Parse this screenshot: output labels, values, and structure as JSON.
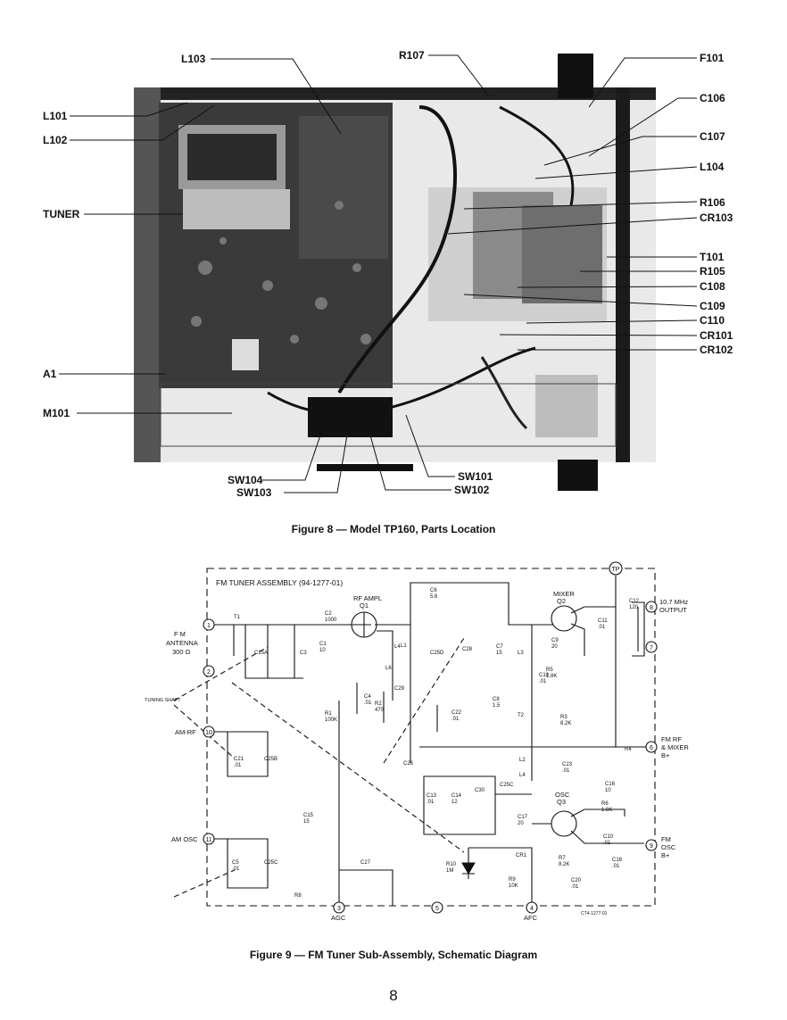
{
  "figure8": {
    "caption": "Figure 8 — Model TP160, Parts Location",
    "left_labels": [
      "L103",
      "L101",
      "L102",
      "TUNER",
      "A1",
      "M101"
    ],
    "top_label": "R107",
    "right_labels": [
      "F101",
      "C106",
      "C107",
      "L104",
      "R106",
      "CR103",
      "T101",
      "R105",
      "C108",
      "C109",
      "C110",
      "CR101",
      "CR102"
    ],
    "bottom_labels": [
      "SW104",
      "SW103",
      "SW101",
      "SW102"
    ]
  },
  "figure9": {
    "caption": "Figure 9 — FM Tuner Sub-Assembly, Schematic Diagram",
    "assembly_title": "FM TUNER ASSEMBLY (94-1277-01)",
    "tuning_shaft": "TUNING SHAFT",
    "antenna": [
      "F M",
      "ANTENNA",
      "300 Ω"
    ],
    "am_rf": "AM-RF",
    "am_osc": "AM OSC",
    "agc": "AGC",
    "afc": "AFC",
    "fm_rf": [
      "FM RF",
      "& MIXER",
      "B+"
    ],
    "fm_osc": [
      "FM",
      "OSC",
      "B+"
    ],
    "output": [
      "10.7 MHz",
      "OUTPUT"
    ],
    "terminals": [
      "1",
      "2",
      "10",
      "11",
      "3",
      "5",
      "4",
      "6",
      "8",
      "7",
      "9",
      "TP"
    ],
    "part_no": "CT4-1277-01",
    "transistors": {
      "q1": [
        "RF AMPL",
        "Q1"
      ],
      "q2": [
        "MIXER",
        "Q2"
      ],
      "q3": [
        "OSC",
        "Q3"
      ]
    },
    "components": [
      {
        "ref": "T1",
        "value": ""
      },
      {
        "ref": "C25A",
        "value": ""
      },
      {
        "ref": "C3",
        "value": ""
      },
      {
        "ref": "C2",
        "value": "1000"
      },
      {
        "ref": "C1",
        "value": "10"
      },
      {
        "ref": "C6",
        "value": "5.6"
      },
      {
        "ref": "L1",
        "value": ""
      },
      {
        "ref": "C25D",
        "value": ""
      },
      {
        "ref": "C28",
        "value": ""
      },
      {
        "ref": "C7",
        "value": "15"
      },
      {
        "ref": "L6",
        "value": ""
      },
      {
        "ref": "L4",
        "value": ""
      },
      {
        "ref": "C4",
        "value": ".01"
      },
      {
        "ref": "R2",
        "value": "470"
      },
      {
        "ref": "C29",
        "value": ""
      },
      {
        "ref": "C22",
        "value": ".01"
      },
      {
        "ref": "R1",
        "value": "100K"
      },
      {
        "ref": "C8",
        "value": "1.5"
      },
      {
        "ref": "L3",
        "value": ""
      },
      {
        "ref": "C9",
        "value": "20"
      },
      {
        "ref": "R5",
        "value": "1.8K"
      },
      {
        "ref": "C10",
        "value": ".01"
      },
      {
        "ref": "C11",
        "value": ".01"
      },
      {
        "ref": "C12",
        "value": "120"
      },
      {
        "ref": "T2",
        "value": ""
      },
      {
        "ref": "R3",
        "value": "8.2K"
      },
      {
        "ref": "R4",
        "value": ""
      },
      {
        "ref": "C21",
        "value": ".01"
      },
      {
        "ref": "C25B",
        "value": ""
      },
      {
        "ref": "C26",
        "value": ""
      },
      {
        "ref": "C13",
        "value": ".01"
      },
      {
        "ref": "C14",
        "value": "12"
      },
      {
        "ref": "C30",
        "value": ""
      },
      {
        "ref": "C25C",
        "value": ""
      },
      {
        "ref": "L2",
        "value": ""
      },
      {
        "ref": "L4",
        "value": ""
      },
      {
        "ref": "C23",
        "value": ".01"
      },
      {
        "ref": "C16",
        "value": "10"
      },
      {
        "ref": "R6",
        "value": "1.8K"
      },
      {
        "ref": "C17",
        "value": "20"
      },
      {
        "ref": "C15",
        "value": "15"
      },
      {
        "ref": "C5",
        "value": ".01"
      },
      {
        "ref": "C25C",
        "value": ""
      },
      {
        "ref": "C27",
        "value": ""
      },
      {
        "ref": "R10",
        "value": "1M"
      },
      {
        "ref": "CR1",
        "value": ""
      },
      {
        "ref": "R9",
        "value": "10K"
      },
      {
        "ref": "C10",
        "value": ".01"
      },
      {
        "ref": "R7",
        "value": "8.2K"
      },
      {
        "ref": "C18",
        "value": ".01"
      },
      {
        "ref": "C20",
        "value": ".01"
      },
      {
        "ref": "R8",
        "value": ""
      }
    ]
  },
  "page_number": "8"
}
